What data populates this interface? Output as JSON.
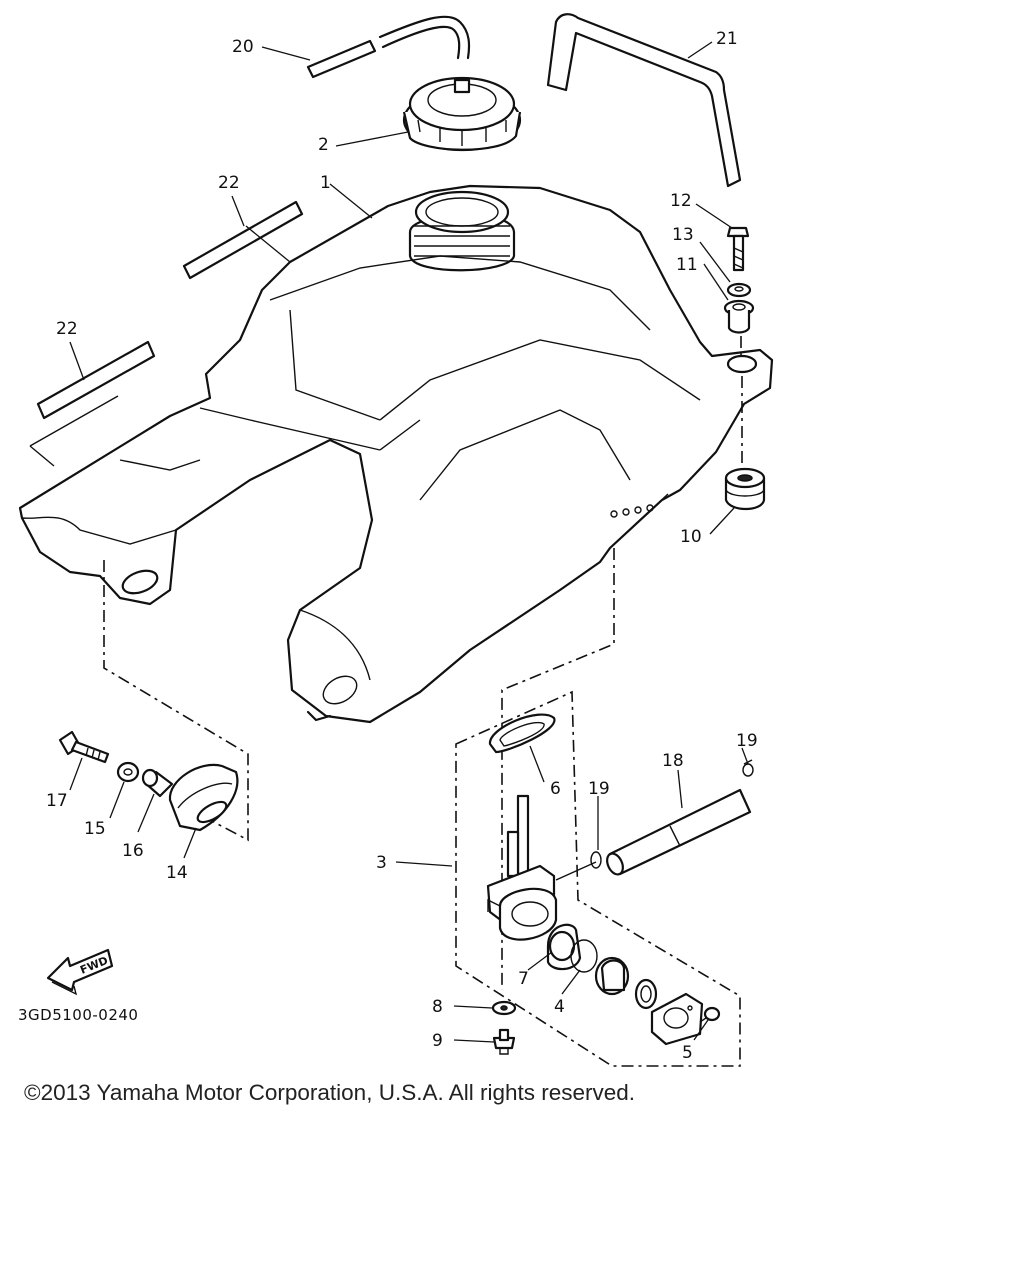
{
  "diagram": {
    "code": "3GD5100-0240",
    "fwd_label": "FWD",
    "callouts": [
      "20",
      "21",
      "2",
      "1",
      "22",
      "22",
      "12",
      "13",
      "11",
      "10",
      "17",
      "15",
      "16",
      "14",
      "6",
      "19",
      "18",
      "19",
      "3",
      "7",
      "4",
      "8",
      "9",
      "5"
    ]
  },
  "footer": {
    "copyright": "©2013 Yamaha Motor Corporation, U.S.A. All rights reserved."
  }
}
